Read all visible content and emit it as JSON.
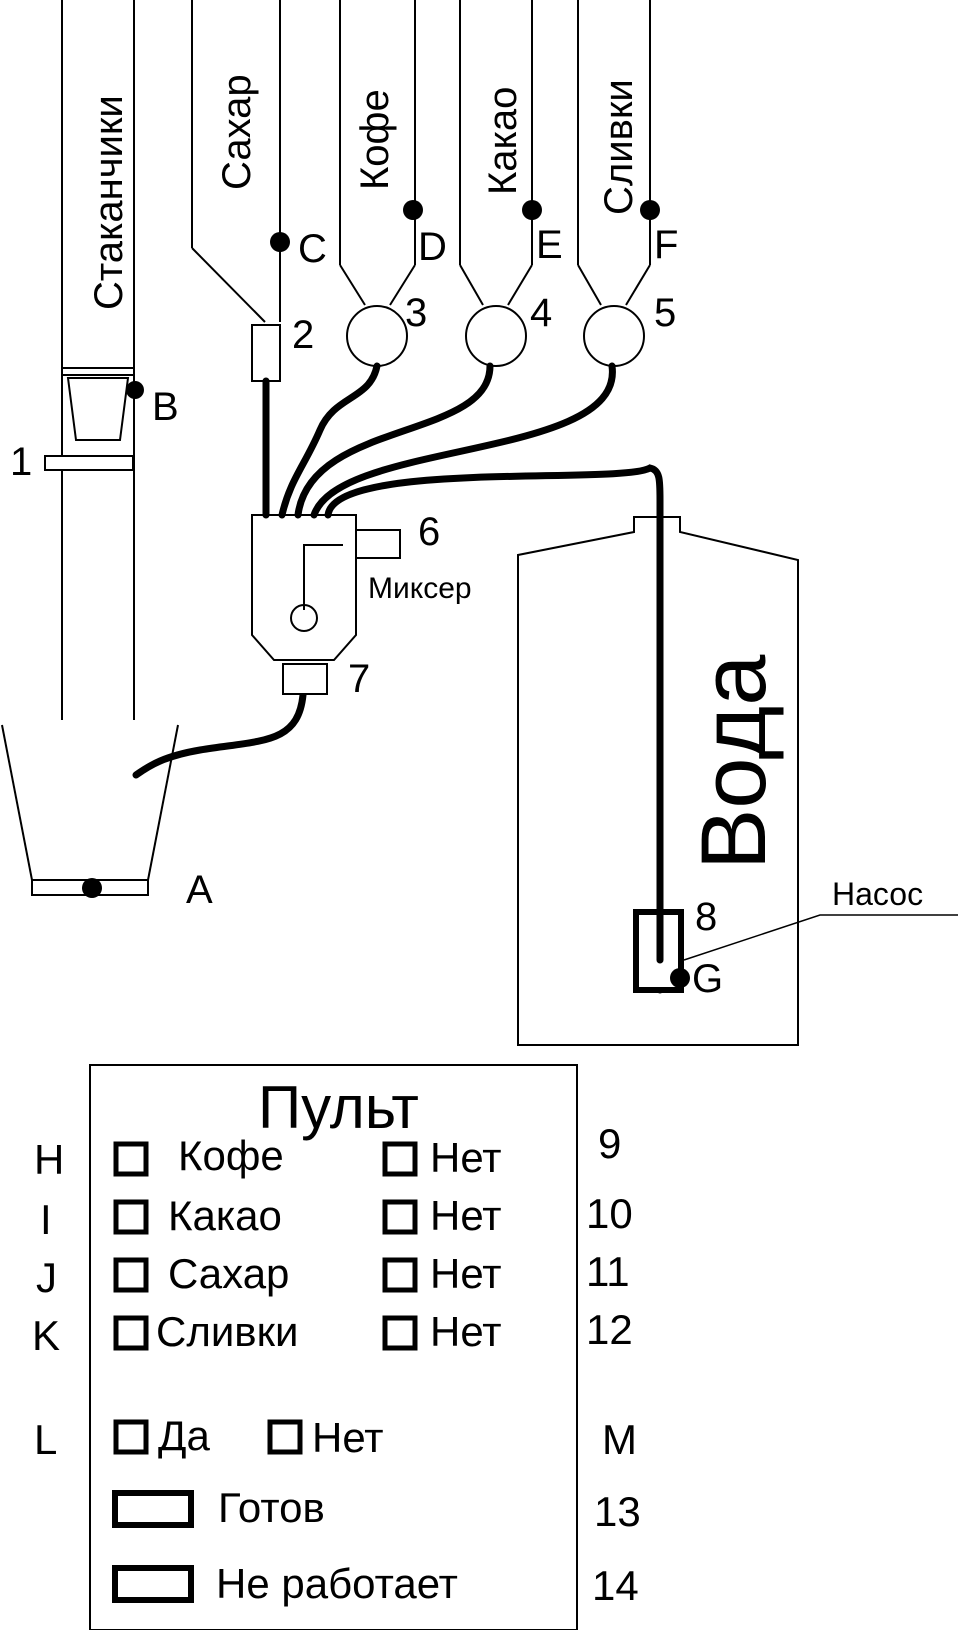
{
  "hoppers": {
    "cups": "Стаканчики",
    "sugar": "Сахар",
    "coffee": "Кофе",
    "cocoa": "Какао",
    "cream": "Сливки"
  },
  "sensors": {
    "A": "A",
    "B": "B",
    "C": "C",
    "D": "D",
    "E": "E",
    "F": "F",
    "G": "G"
  },
  "components": {
    "n1": "1",
    "n2": "2",
    "n3": "3",
    "n4": "4",
    "n5": "5",
    "n6": "6",
    "n7": "7",
    "n8": "8",
    "mixer": "Миксер",
    "pump": "Насос",
    "water": "Вода"
  },
  "panel": {
    "title": "Пульт",
    "rows": [
      {
        "letter": "H",
        "label": "Кофе",
        "no": "Нет",
        "num": "9"
      },
      {
        "letter": "I",
        "label": "Какао",
        "no": "Нет",
        "num": "10"
      },
      {
        "letter": "J",
        "label": "Сахар",
        "no": "Нет",
        "num": "11"
      },
      {
        "letter": "K",
        "label": "Сливки",
        "no": "Нет",
        "num": "12"
      }
    ],
    "confirm": {
      "letter": "L",
      "yes": "Да",
      "no": "Нет",
      "letter_right": "M"
    },
    "ready": {
      "label": "Готов",
      "num": "13"
    },
    "broken": {
      "label": "Не работает",
      "num": "14"
    }
  }
}
